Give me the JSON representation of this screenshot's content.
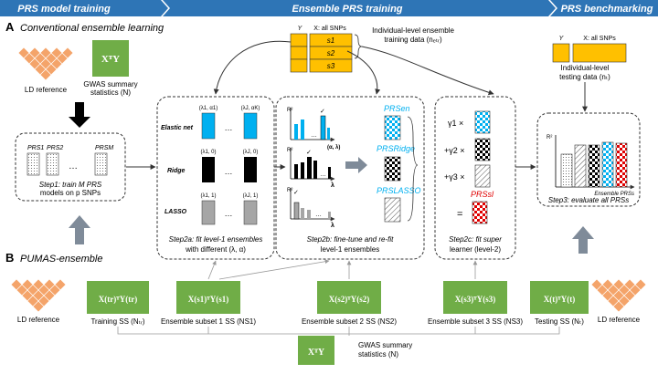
{
  "header": {
    "stages": [
      "PRS model training",
      "Ensemble PRS training",
      "PRS benchmarking"
    ],
    "color": "#2e75b6"
  },
  "sectionA": {
    "label": "A",
    "title": "Conventional ensemble learning",
    "ld_reference": "LD reference",
    "gwas_line1": "GWAS summary",
    "gwas_line2": "statistics (N)",
    "step1_prs": [
      "PRS1",
      "PRS2",
      "PRSM"
    ],
    "step1_line1": "Step1: train M PRS",
    "step1_line2": "models on p SNPs",
    "train_table": {
      "y_header": "Y",
      "x_header": "X: all SNPs",
      "rows": [
        "s1",
        "s2",
        "s3"
      ],
      "desc_line1": "Individual-level ensemble",
      "desc_line2": "training data (nₑₜᵣ)"
    },
    "step2a": {
      "methods": [
        "Elastic net",
        "Ridge",
        "LASSO"
      ],
      "param_labels": [
        [
          "(λ1, α1)",
          "(λJ, αK)"
        ],
        [
          "(λ1, 0)",
          "(λJ, 0)"
        ],
        [
          "(λ1, 1)",
          "(λJ, 1)"
        ]
      ],
      "caption_line1": "Step2a: fit level-1 ensembles",
      "caption_line2": "with different (λ, α)"
    },
    "step2b": {
      "r2_label": "R²",
      "axis_labels": [
        "(α, λ)",
        "λ",
        "λ"
      ],
      "prs_names": [
        "PRSen",
        "PRSRidge",
        "PRSLASSO"
      ],
      "caption_line1": "Step2b: fine-tune and re-fit",
      "caption_line2": "level-1 ensembles"
    },
    "step2c": {
      "weights": [
        "γ1 ×",
        "+γ2 ×",
        "+γ3 ×"
      ],
      "equals": "=",
      "prs_sl": "PRSsl",
      "caption_line1": "Step2c: fit super",
      "caption_line2": "learner (level-2)"
    },
    "test_table": {
      "y_header": "Y",
      "x_header": "X: all SNPs",
      "desc_line1": "Individual-level",
      "desc_line2": "testing data (nₜ)"
    },
    "step3": {
      "r2_label": "R²",
      "xlabel": "Ensemble PRSs",
      "caption": "Step3: evaluate all PRSs"
    }
  },
  "sectionB": {
    "label": "B",
    "title": "PUMAS-ensemble",
    "boxes": [
      {
        "formula": "X(tr)ᵀY(tr)",
        "label": "Training SS (Nₜᵣ)"
      },
      {
        "formula": "X(s1)ᵀY(s1)",
        "label": "Ensemble subset 1 SS (NS1)"
      },
      {
        "formula": "X(s2)ᵀY(s2)",
        "label": "Ensemble subset 2 SS (NS2)"
      },
      {
        "formula": "X(s3)ᵀY(s3)",
        "label": "Ensemble subset 3 SS (NS3)"
      },
      {
        "formula": "X(t)ᵀY(t)",
        "label": "Testing SS (Nₜ)"
      }
    ],
    "ld_left": "LD reference",
    "ld_right": "LD reference",
    "gwas_line1": "GWAS summary",
    "gwas_line2": "statistics (N)"
  },
  "colors": {
    "green": "#70ad47",
    "orange": "#ffc000",
    "blue": "#00b0f0",
    "red": "#e00000",
    "ld": "#f4a46a",
    "arrow_gray": "#7f8b99"
  }
}
